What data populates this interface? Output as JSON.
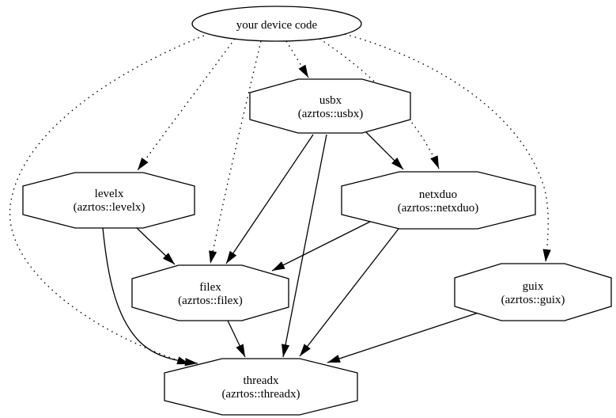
{
  "diagram": {
    "type": "dependency-graph",
    "colors": {
      "background": "#ffffff",
      "node_fill": "#ffffff",
      "stroke": "#000000",
      "text": "#000000"
    },
    "nodes": {
      "device": {
        "label": "your device code",
        "shape": "ellipse"
      },
      "usbx": {
        "name": "usbx",
        "package": "(azrtos::usbx)",
        "shape": "octagon"
      },
      "levelx": {
        "name": "levelx",
        "package": "(azrtos::levelx)",
        "shape": "octagon"
      },
      "netxduo": {
        "name": "netxduo",
        "package": "(azrtos::netxduo)",
        "shape": "octagon"
      },
      "filex": {
        "name": "filex",
        "package": "(azrtos::filex)",
        "shape": "octagon"
      },
      "guix": {
        "name": "guix",
        "package": "(azrtos::guix)",
        "shape": "octagon"
      },
      "threadx": {
        "name": "threadx",
        "package": "(azrtos::threadx)",
        "shape": "octagon"
      }
    },
    "edges": [
      {
        "from": "your device code",
        "to": "usbx",
        "style": "dotted"
      },
      {
        "from": "your device code",
        "to": "levelx",
        "style": "dotted"
      },
      {
        "from": "your device code",
        "to": "filex",
        "style": "dotted"
      },
      {
        "from": "your device code",
        "to": "netxduo",
        "style": "dotted"
      },
      {
        "from": "your device code",
        "to": "guix",
        "style": "dotted"
      },
      {
        "from": "your device code",
        "to": "threadx",
        "style": "dotted"
      },
      {
        "from": "usbx",
        "to": "netxduo",
        "style": "solid"
      },
      {
        "from": "usbx",
        "to": "filex",
        "style": "solid"
      },
      {
        "from": "usbx",
        "to": "threadx",
        "style": "solid"
      },
      {
        "from": "levelx",
        "to": "filex",
        "style": "solid"
      },
      {
        "from": "levelx",
        "to": "threadx",
        "style": "solid"
      },
      {
        "from": "netxduo",
        "to": "filex",
        "style": "solid"
      },
      {
        "from": "netxduo",
        "to": "threadx",
        "style": "solid"
      },
      {
        "from": "filex",
        "to": "threadx",
        "style": "solid"
      },
      {
        "from": "guix",
        "to": "threadx",
        "style": "solid"
      }
    ]
  }
}
